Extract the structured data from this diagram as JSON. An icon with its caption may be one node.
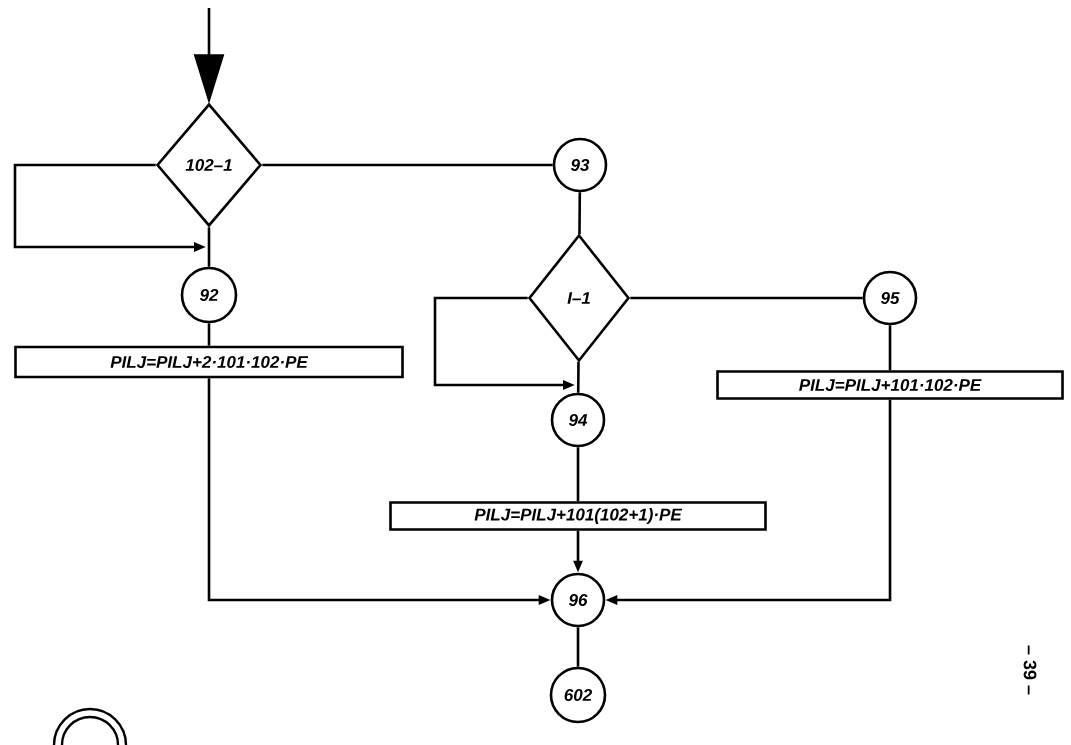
{
  "diagram": {
    "nodes": [
      {
        "text": [
          "102–1"
        ]
      },
      {
        "text": [
          "93"
        ]
      },
      {
        "text": [
          "92"
        ]
      },
      {
        "text": [
          "PILJ=PILJ+2·101·102·PE"
        ]
      },
      {
        "text": [
          "I–1"
        ]
      },
      {
        "text": [
          "95"
        ]
      },
      {
        "text": [
          "PILJ=PILJ+101·102·PE"
        ]
      },
      {
        "text": [
          "94"
        ]
      },
      {
        "text": [
          "PILJ=PILJ+101(102+1)·PE"
        ]
      },
      {
        "text": [
          "96"
        ]
      },
      {
        "text": [
          "602"
        ]
      }
    ],
    "edges": [
      {
        "from": null,
        "to": 0,
        "arrow": "to"
      },
      {
        "from": 0,
        "to": 1,
        "arrow": "none"
      },
      {
        "from": 0,
        "to": 2,
        "arrow": "none"
      },
      {
        "from": 0,
        "to": 2,
        "arrow": "to"
      },
      {
        "from": 2,
        "to": 3,
        "arrow": "none"
      },
      {
        "from": 3,
        "to": 9,
        "arrow": "to"
      },
      {
        "from": 1,
        "to": 4,
        "arrow": "none"
      },
      {
        "from": 4,
        "to": 5,
        "arrow": "none"
      },
      {
        "from": 4,
        "to": 7,
        "arrow": "none"
      },
      {
        "from": 4,
        "to": 7,
        "arrow": "to"
      },
      {
        "from": 5,
        "to": 6,
        "arrow": "none"
      },
      {
        "from": 6,
        "to": 9,
        "arrow": "to"
      },
      {
        "from": 7,
        "to": 8,
        "arrow": "none"
      },
      {
        "from": 8,
        "to": 9,
        "arrow": "to"
      },
      {
        "from": 9,
        "to": 10,
        "arrow": "none"
      }
    ],
    "labels": [
      "– 39 –"
    ]
  }
}
